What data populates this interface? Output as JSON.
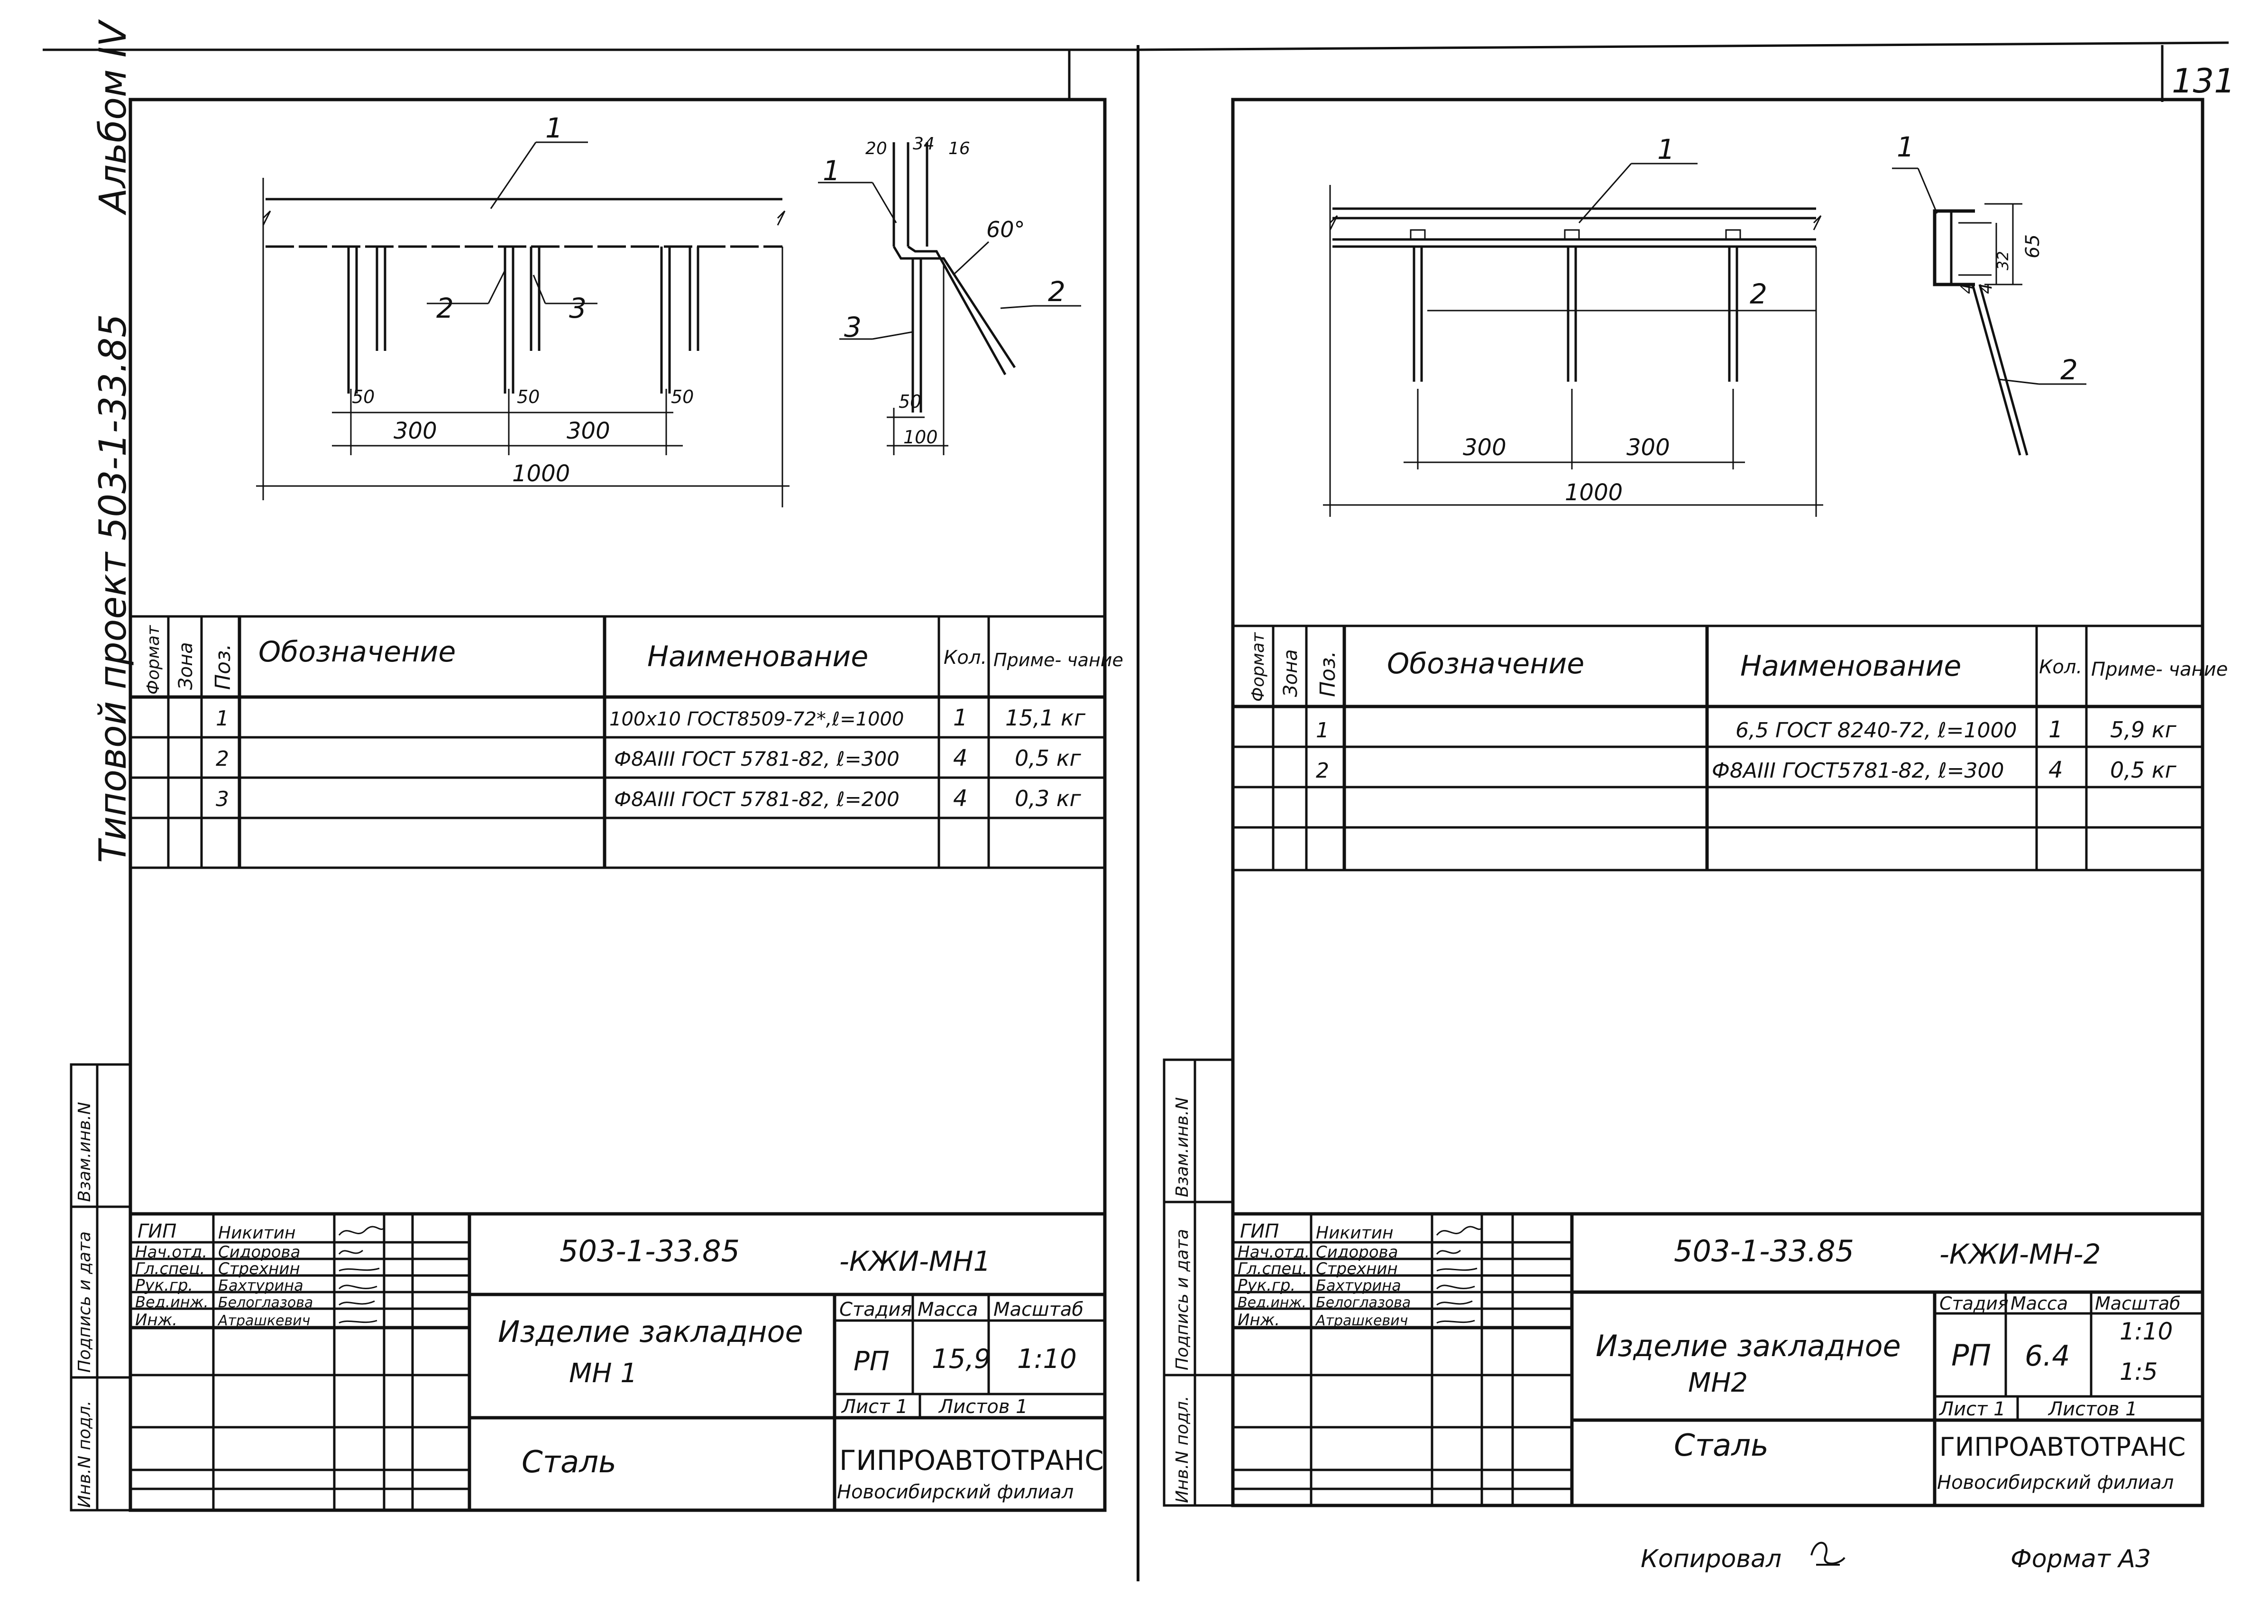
{
  "page_number": "131",
  "margin_text": {
    "album": "Альбом IV",
    "project": "Типовой   проект  503-1-33.85"
  },
  "side_stamp_labels": [
    "Инв.N подл.",
    "Подпись и дата",
    "Взам.инв.N"
  ],
  "spec_headers": [
    "Формат",
    "Зона",
    "Поз.",
    "Обозначение",
    "Наименование",
    "Кол.",
    "Приме-\nчание"
  ],
  "left_sheet": {
    "drawing": {
      "labels": [
        "1",
        "2",
        "3",
        "1",
        "3",
        "2"
      ],
      "dims": [
        "50",
        "50",
        "50",
        "300",
        "300",
        "1000",
        "20",
        "34",
        "16",
        "60°",
        "50",
        "100"
      ]
    },
    "spec_rows": [
      {
        "pos": "1",
        "name": "100х10 ГОСТ8509-72*,ℓ=1000",
        "qty": "1",
        "note": "15,1 кг"
      },
      {
        "pos": "2",
        "name": "Ф8АIII ГОСТ 5781-82, ℓ=300",
        "qty": "4",
        "note": "0,5 кг"
      },
      {
        "pos": "3",
        "name": "Ф8АIII ГОСТ 5781-82, ℓ=200",
        "qty": "4",
        "note": "0,3 кг"
      }
    ],
    "title_block": {
      "designation": "503-1-33.85",
      "code": "-КЖИ-МН1",
      "roles": [
        "ГИП",
        "Нач.отд.",
        "Гл.спец.",
        "Рук.гр.",
        "Вед.инж.",
        "Инж."
      ],
      "names": [
        "Никитин",
        "Сидорова",
        "Стрехнин",
        "Бахтурина",
        "Белоглазова",
        "Атрашкевич"
      ],
      "item_name": "Изделие закладное",
      "item_mark": "МН 1",
      "stage_label": "Стадия",
      "mass_label": "Масса",
      "scale_label": "Масштаб",
      "stage": "РП",
      "mass": "15,9",
      "scale": "1:10",
      "sheet": "Лист 1",
      "sheets": "Листов 1",
      "material": "Сталь",
      "org": "ГИПРОАВТОТРАНС",
      "branch": "Новосибирский филиал"
    }
  },
  "right_sheet": {
    "drawing": {
      "labels": [
        "1",
        "2",
        "1",
        "2"
      ],
      "dims": [
        "300",
        "300",
        "1000",
        "65",
        "4",
        "32",
        "4"
      ]
    },
    "spec_rows": [
      {
        "pos": "1",
        "name": "6,5 ГОСТ 8240-72, ℓ=1000",
        "qty": "1",
        "note": "5,9 кг"
      },
      {
        "pos": "2",
        "name": "Ф8АIII ГОСТ5781-82, ℓ=300",
        "qty": "4",
        "note": "0,5 кг"
      }
    ],
    "title_block": {
      "designation": "503-1-33.85",
      "code": "-КЖИ-МН-2",
      "roles": [
        "ГИП",
        "Нач.отд.",
        "Гл.спец.",
        "Рук.гр.",
        "Вед.инж.",
        "Инж."
      ],
      "names": [
        "Никитин",
        "Сидорова",
        "Стрехнин",
        "Бахтурина",
        "Белоглазова",
        "Атрашкевич"
      ],
      "item_name": "Изделие закладное",
      "item_mark": "МН2",
      "stage_label": "Стадия",
      "mass_label": "Масса",
      "scale_label": "Масштаб",
      "stage": "РП",
      "mass": "6.4",
      "scale": "1:10",
      "scale2": "1:5",
      "sheet": "Лист 1",
      "sheets": "Листов 1",
      "material": "Сталь",
      "org": "ГИПРОАВТОТРАНС",
      "branch": "Новосибирский филиал"
    }
  },
  "footer": {
    "copied": "Копировал",
    "format": "Формат  А3"
  }
}
